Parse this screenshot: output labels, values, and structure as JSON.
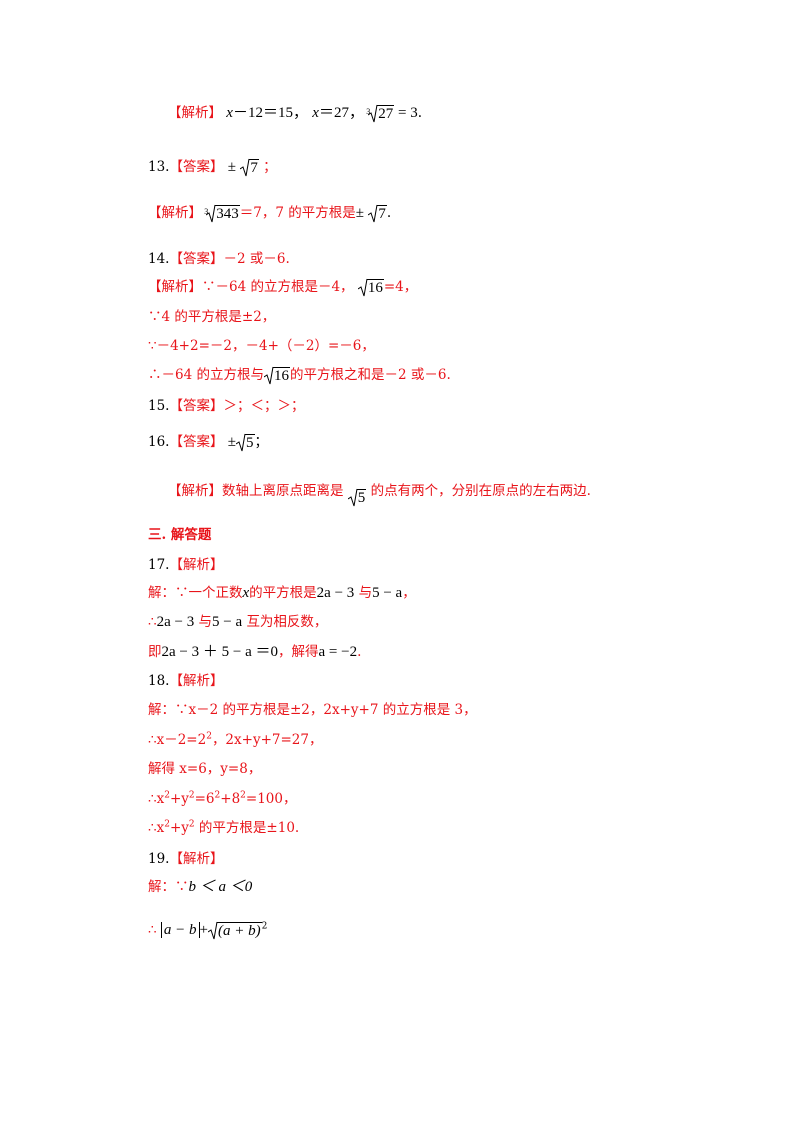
{
  "l1": {
    "tag": "【解析】",
    "t1": "x",
    "t2": "－12＝15，",
    "t3": "x",
    "t4": "＝27，",
    "idx": "3",
    "rad": "27",
    "eq": " = 3",
    "end": "."
  },
  "l2": {
    "num": "13.",
    "tag": "【答案】",
    "pm": "±",
    "rad": "7",
    "end": "；"
  },
  "l3": {
    "tag": "【解析】",
    "idx": "3",
    "rad": "343",
    "t1": "＝7，7 的平方根是",
    "pm": "±",
    "rad2": "7",
    "end": "."
  },
  "l4": {
    "num": "14.",
    "tag": "【答案】",
    "text": "－2 或－6."
  },
  "l5": {
    "tag": "【解析】",
    "t1": "∵－64 的立方根是－4，",
    "rad": "16",
    "t2": "=4，"
  },
  "l6": {
    "text": "∵4 的平方根是±2，"
  },
  "l7": {
    "text": "∵－4+2=－2，－4+（－2）=－6，"
  },
  "l8": {
    "t1": "∴－64 的立方根与",
    "rad": "16",
    "t2": "的平方根之和是－2 或－6."
  },
  "l9": {
    "num": "15.",
    "tag": "【答案】",
    "text": "＞；＜；＞；"
  },
  "l10": {
    "num": "16.",
    "tag": "【答案】",
    "pm": "±",
    "rad": "5",
    "end": "；"
  },
  "l11": {
    "tag": "【解析】",
    "t1": "数轴上离原点距离是",
    "rad": "5",
    "t2": "的点有两个，分别在原点的左右两边."
  },
  "section": {
    "title": "三. 解答题"
  },
  "q17": {
    "num": "17.",
    "tag": "【解析】",
    "a1": "解：∵一个正数",
    "a1x": "x",
    "a1b": "的平方根是",
    "a1c": "2a − 3",
    "a1d": "与",
    "a1e": "5 − a",
    "a1f": "，",
    "a2": "∴",
    "a2b": "2a − 3",
    "a2c": "与",
    "a2d": "5 − a",
    "a2e": "互为相反数，",
    "a3": "即",
    "a3b": "2a − 3 ＋ 5 − a ＝0",
    "a3c": "，解得",
    "a3d": "a = −2",
    "a3e": "."
  },
  "q18": {
    "num": "18.",
    "tag": "【解析】",
    "b1": "解：∵x－2 的平方根是±2，2x+y+7 的立方根是 3，",
    "b2a": "∴x－2=2",
    "b2s": "2",
    "b2b": "，2x+y+7=27，",
    "b3": "解得 x=6，y=8，",
    "b4a": "∴x",
    "b4s1": "2",
    "b4b": "+y",
    "b4s2": "2",
    "b4c": "=6",
    "b4s3": "2",
    "b4d": "+8",
    "b4s4": "2",
    "b4e": "=100，",
    "b5a": "∴x",
    "b5s1": "2",
    "b5b": "+y",
    "b5s2": "2",
    "b5c": " 的平方根是±10."
  },
  "q19": {
    "num": "19.",
    "tag": "【解析】",
    "c1": "解：∵",
    "c1b": "b ＜ a ＜0",
    "c2": "∴",
    "c2b": "a − b",
    "c2c": "+",
    "c2d": "(a + b)",
    "c2s": "2"
  }
}
